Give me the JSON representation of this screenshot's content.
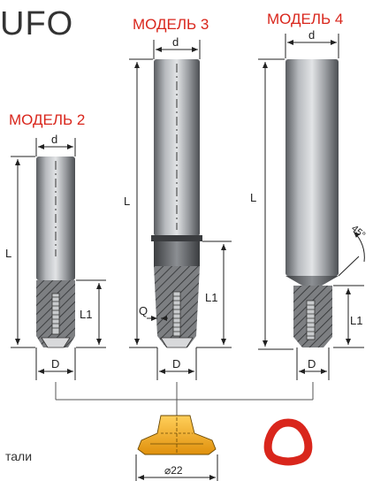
{
  "brand": "UFO",
  "models": {
    "m2": "МОДЕЛЬ 2",
    "m3": "МОДЕЛЬ 3",
    "m4": "МОДЕЛЬ 4"
  },
  "labels": {
    "d": "d",
    "L": "L",
    "L1": "L1",
    "D": "D",
    "Q": "Q",
    "angle": "45°",
    "insert_diameter": "⌀22"
  },
  "footer_text": "тали",
  "colors": {
    "accent_red": "#d9261c",
    "insert_orange": "#f2a71b"
  }
}
